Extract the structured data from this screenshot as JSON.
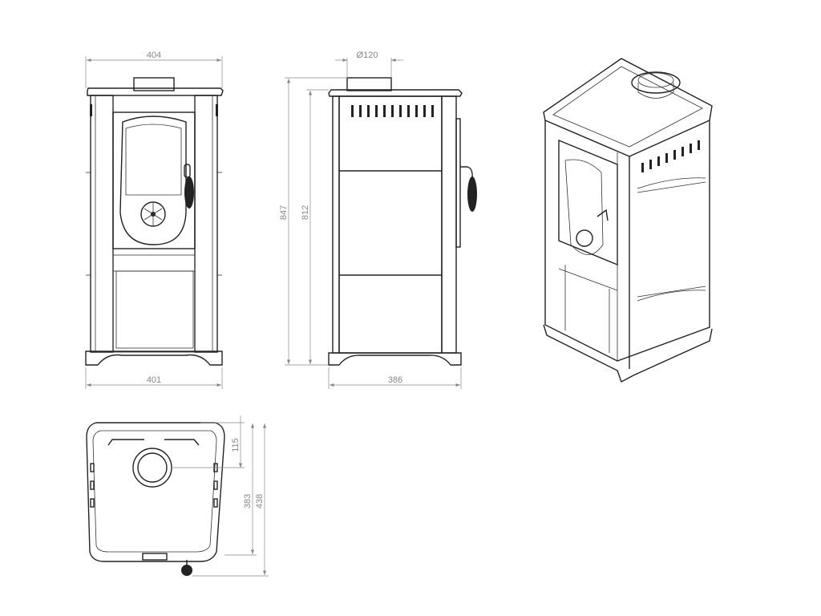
{
  "drawing": {
    "front_view": {
      "top_width": "404",
      "base_width": "401"
    },
    "side_view": {
      "flue_diameter": "Ø120",
      "total_height": "847",
      "body_height": "812",
      "depth": "386"
    },
    "top_view": {
      "flue_offset": "115",
      "body_depth": "383",
      "total_depth": "438"
    }
  },
  "colors": {
    "line": "#222222",
    "dimension": "#888888",
    "background": "#ffffff"
  }
}
